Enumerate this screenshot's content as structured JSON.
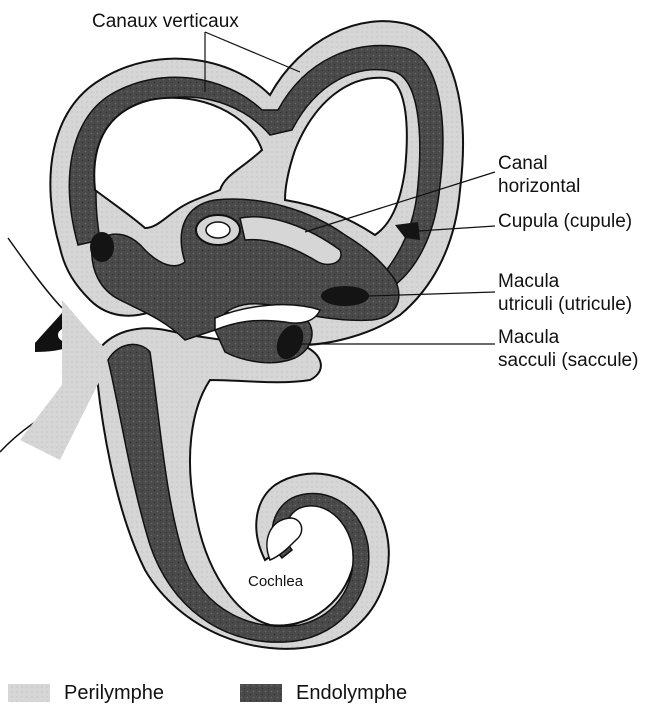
{
  "labels": {
    "canaux_verticaux": "Canaux verticaux",
    "canal_horizontal_line1": "Canal",
    "canal_horizontal_line2": "horizontal",
    "cupula": "Cupula (cupule)",
    "macula_utriculi_line1": "Macula",
    "macula_utriculi_line2": "utriculi (utricule)",
    "macula_sacculi_line1": "Macula",
    "macula_sacculi_line2": "sacculi (saccule)",
    "cochlea": "Cochlea"
  },
  "legend": {
    "perilymphe": "Perilymphe",
    "endolymphe": "Endolymphe"
  },
  "colors": {
    "perilymphe": "#d6d6d6",
    "endolymphe": "#4a4a4a",
    "outline": "#111111",
    "macula": "#141414"
  }
}
